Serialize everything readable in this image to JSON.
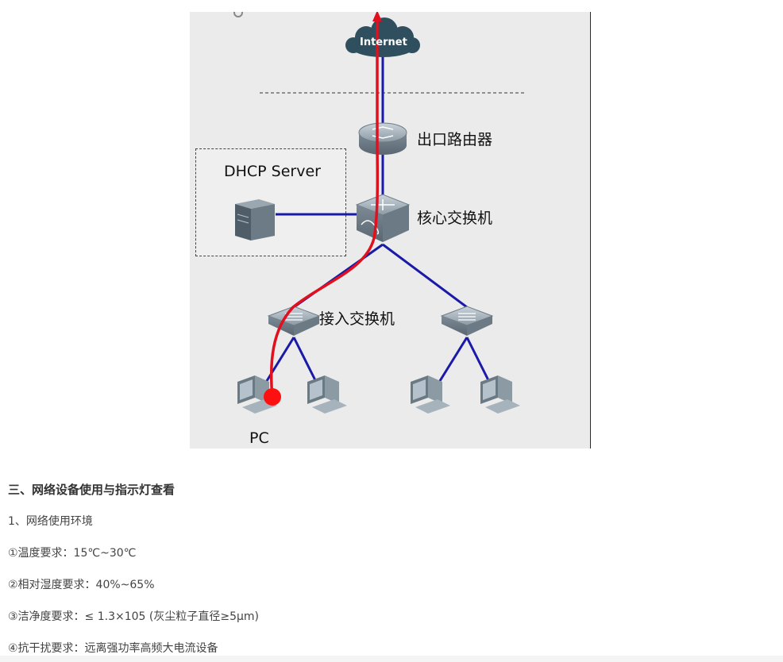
{
  "diagram": {
    "internet_label": "Internet",
    "router_label": "出口路由器",
    "core_switch_label": "核心交换机",
    "dhcp_label": "DHCP Server",
    "access_switch_label": "接入交换机",
    "pc_label": "PC",
    "colors": {
      "link": "#1a1aa8",
      "path": "#e0101e",
      "cloud": "#2f4f5e"
    }
  },
  "article": {
    "heading": "三、网络设备使用与指示灯查看",
    "subheading": "1、网络使用环境",
    "items": [
      "①温度要求：15℃~30℃",
      "②相对湿度要求：40%~65%",
      "③洁净度要求：≤ 1.3×105 (灰尘粒子直径≥5μm)",
      "④抗干扰要求：远离强功率高频大电流设备"
    ]
  }
}
